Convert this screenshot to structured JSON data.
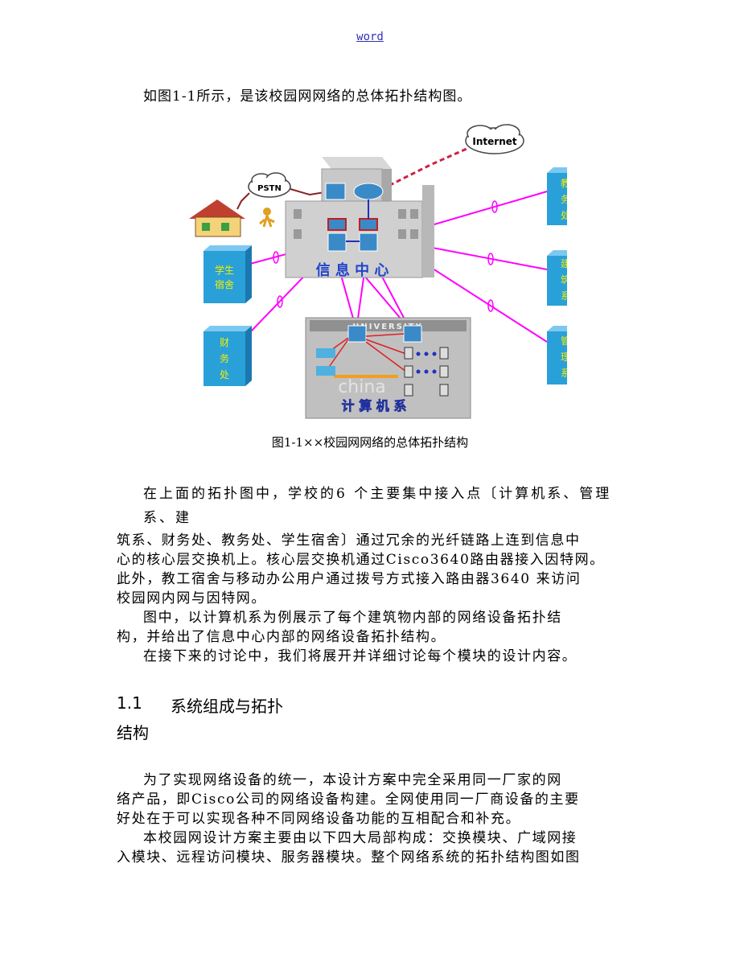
{
  "header": {
    "link_text": "word"
  },
  "intro": "如图1-1所示，是该校园网网络的总体拓扑结构图。",
  "figure": {
    "labels": {
      "internet": "Internet",
      "pstn": "PSTN",
      "info_center": "信 息 中 心",
      "university": "UNIVERSITY",
      "computer_dept": "计 算 机 系",
      "left_building_1": [
        "学生",
        "宿舍"
      ],
      "left_building_2": [
        "财",
        "务",
        "处"
      ],
      "right_building_1": [
        "教",
        "务",
        "处"
      ],
      "right_building_2": [
        "建",
        "筑",
        "系"
      ],
      "right_building_3": [
        "管",
        "理",
        "系"
      ],
      "watermark": "china"
    },
    "colors": {
      "fiber": "#ff00ff",
      "wan": "#cc2244",
      "building": "#2aa0d8"
    }
  },
  "caption": "图1-1××校园网网络的总体拓扑结构",
  "paragraph1": {
    "line_a": "在上面的拓扑图中，学校的6 个主要集中接入点〔计算机系、管理",
    "line_b": "系、建",
    "lines": [
      "筑系、财务处、教务处、学生宿舍〕通过冗余的光纤链路上连到信息中",
      "心的核心层交换机上。核心层交换机通过Cisco3640路由器接入因特网。",
      "此外，教工宿舍与移动办公用户通过拨号方式接入路由器3640 来访问",
      "校园网内网与因特网。",
      "图中，以计算机系为例展示了每个建筑物内部的网络设备拓扑结",
      "构，并给出了信息中心内部的网络设备拓扑结构。",
      "在接下来的讨论中，我们将展开并详细讨论每个模块的设计内容。"
    ]
  },
  "section": {
    "number": "1.1",
    "title_line1": "系统组成与拓扑",
    "title_line2": "结构"
  },
  "paragraph2": {
    "lines": [
      "为了实现网络设备的统一，本设计方案中完全采用同一厂家的网",
      "络产品，即Cisco公司的网络设备构建。全网使用同一厂商设备的主要",
      "好处在于可以实现各种不同网络设备功能的互相配合和补充。",
      "本校园网设计方案主要由以下四大局部构成：交换模块、广域网接",
      "入模块、远程访问模块、服务器模块。整个网络系统的拓扑结构图如图"
    ]
  }
}
